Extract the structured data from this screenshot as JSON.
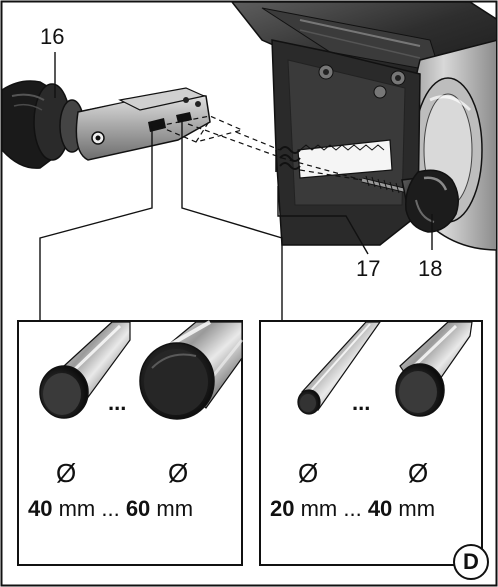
{
  "callouts": {
    "c16": "16",
    "c17": "17",
    "c18": "18"
  },
  "panel_large": {
    "dots": "...",
    "dia_left": "Ø",
    "dia_right": "Ø",
    "min_value": "40",
    "min_unit": " mm ... ",
    "max_value": "60",
    "max_unit": " mm"
  },
  "panel_small": {
    "dots": "...",
    "dia_left": "Ø",
    "dia_right": "Ø",
    "min_value": "20",
    "min_unit": " mm ... ",
    "max_value": "40",
    "max_unit": " mm"
  },
  "figure_label": "D"
}
